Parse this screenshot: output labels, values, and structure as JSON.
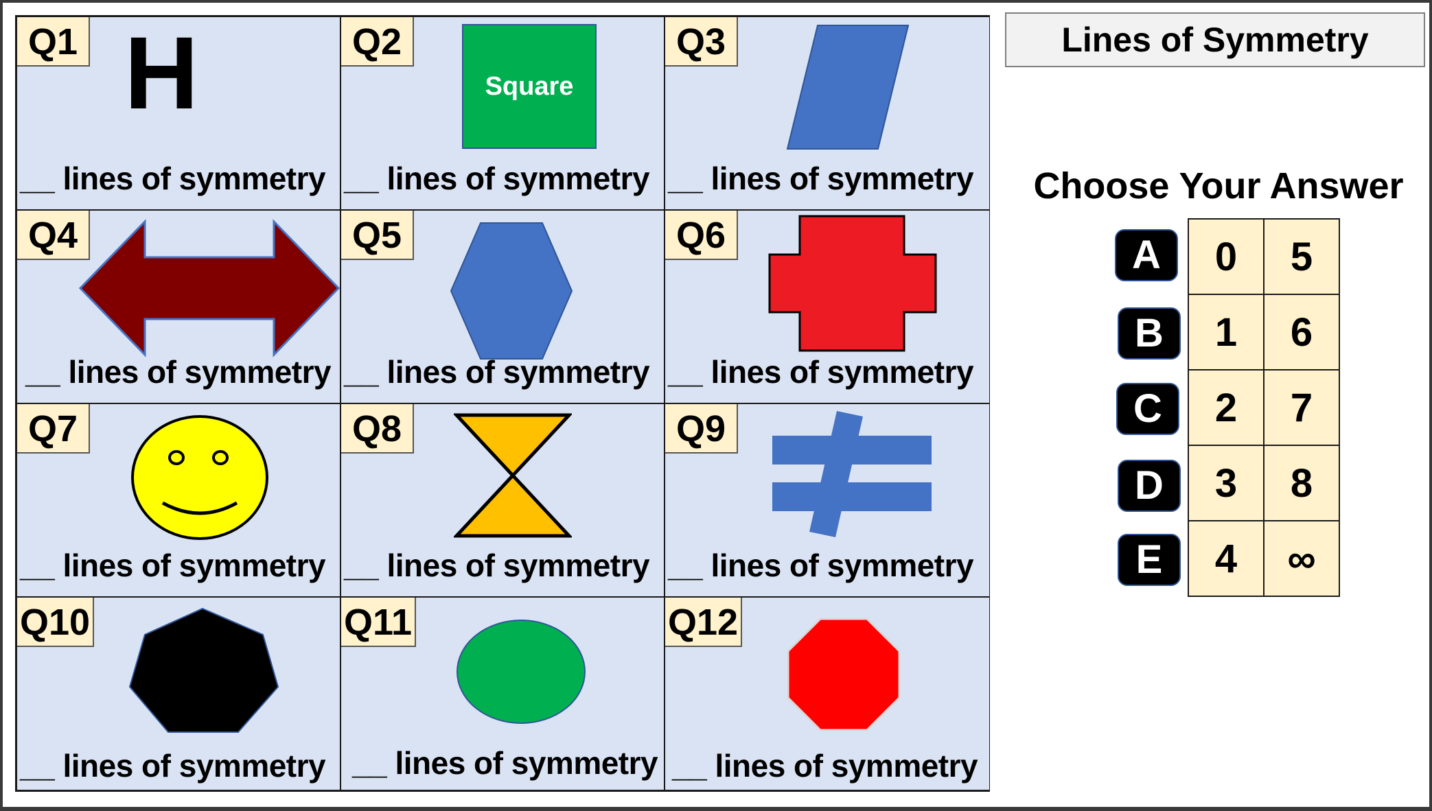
{
  "title": "Lines of Symmetry",
  "choose_heading": "Choose Your Answer",
  "prompt_text": "__ lines of symmetry",
  "questions": [
    {
      "label": "Q1",
      "shape": "letter-h-icon",
      "shape_text": "H"
    },
    {
      "label": "Q2",
      "shape": "square-icon",
      "shape_text": "Square",
      "color": "#00b050"
    },
    {
      "label": "Q3",
      "shape": "parallelogram-icon",
      "color": "#4472c4"
    },
    {
      "label": "Q4",
      "shape": "double-arrow-icon",
      "color": "#800000"
    },
    {
      "label": "Q5",
      "shape": "hexagon-icon",
      "color": "#4472c4"
    },
    {
      "label": "Q6",
      "shape": "plus-cross-icon",
      "color": "#ed1c24"
    },
    {
      "label": "Q7",
      "shape": "smiley-face-icon",
      "color": "#ffff00"
    },
    {
      "label": "Q8",
      "shape": "hourglass-icon",
      "color": "#ffc000"
    },
    {
      "label": "Q9",
      "shape": "not-equal-icon",
      "color": "#4472c4"
    },
    {
      "label": "Q10",
      "shape": "heptagon-icon",
      "color": "#000000"
    },
    {
      "label": "Q11",
      "shape": "ellipse-icon",
      "color": "#00b050"
    },
    {
      "label": "Q12",
      "shape": "octagon-icon",
      "color": "#ff0000"
    }
  ],
  "answers": [
    {
      "letter": "A",
      "left": "0",
      "right": "5"
    },
    {
      "letter": "B",
      "left": "1",
      "right": "6"
    },
    {
      "letter": "C",
      "left": "2",
      "right": "7"
    },
    {
      "letter": "D",
      "left": "3",
      "right": "8"
    },
    {
      "letter": "E",
      "left": "4",
      "right": "∞"
    }
  ]
}
